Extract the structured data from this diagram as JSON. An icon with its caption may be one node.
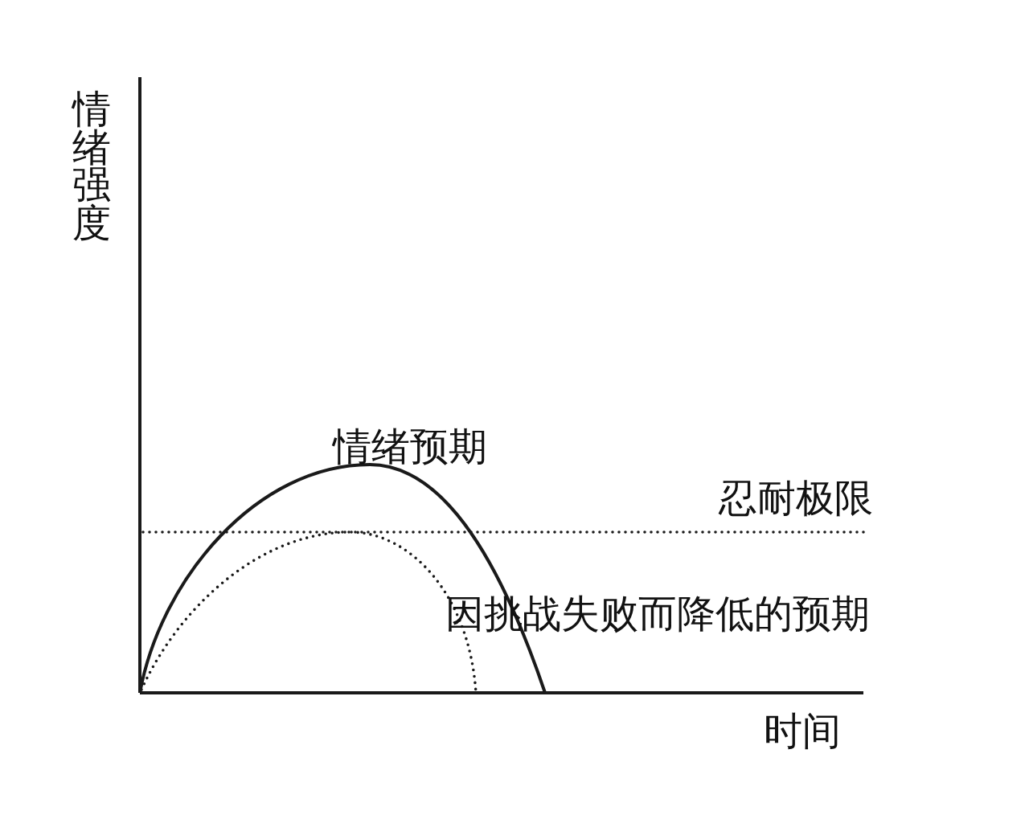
{
  "diagram": {
    "labels": [
      "情绪强度",
      "情绪预期",
      "忍耐极限",
      "因挑战失败而降低的预期",
      "时间"
    ]
  }
}
